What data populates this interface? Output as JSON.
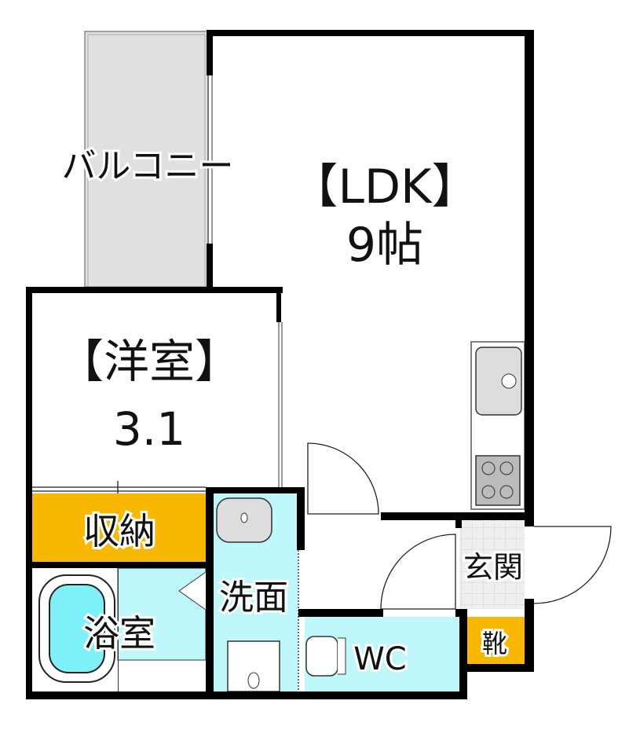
{
  "rooms": {
    "balcony": "バルコニー",
    "ldk_title": "【LDK】",
    "ldk_size": "9帖",
    "western_title": "【洋室】",
    "western_size": "3.1",
    "storage": "収納",
    "washroom": "洗面",
    "bathroom": "浴室",
    "entrance": "玄関",
    "shoe_closet": "靴",
    "toilet": "WC"
  },
  "colors": {
    "wall": "#000000",
    "storage": "#f9b800",
    "wet_area": "#bff8fb",
    "balcony": "#e0e0e0",
    "tile": "#e6e6e6"
  }
}
